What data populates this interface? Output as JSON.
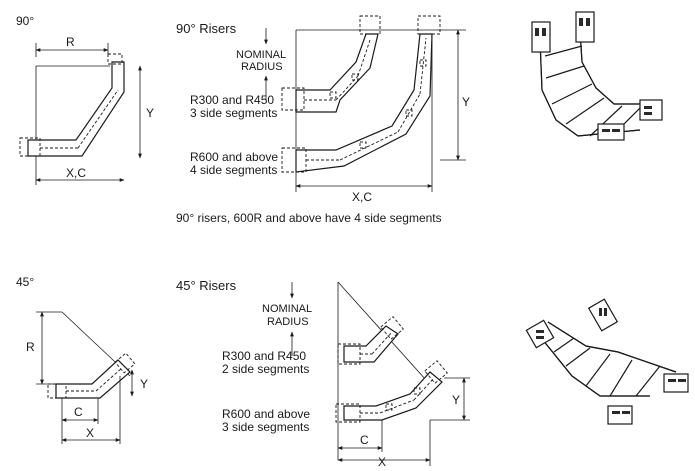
{
  "top": {
    "corner_label": "90°",
    "title": "90° Risers",
    "nominal_radius": [
      "NOMINAL",
      "RADIUS"
    ],
    "small_group": [
      "R300 and R450",
      "3 side segments"
    ],
    "large_group": [
      "R600 and above",
      "4 side segments"
    ],
    "dim_R": "R",
    "dim_Y": "Y",
    "dim_XC": "X,C",
    "caption": "90° risers, 600R and above have 4 side segments"
  },
  "bottom": {
    "corner_label": "45°",
    "title": "45° Risers",
    "nominal_radius": [
      "NOMINAL",
      "RADIUS"
    ],
    "small_group": [
      "R300 and R450",
      "2 side segments"
    ],
    "large_group": [
      "R600 and above",
      "3 side segments"
    ],
    "dim_R": "R",
    "dim_Y": "Y",
    "dim_C": "C",
    "dim_X": "X"
  },
  "colors": {
    "ink": "#1a1a1a",
    "paper": "#ffffff"
  }
}
